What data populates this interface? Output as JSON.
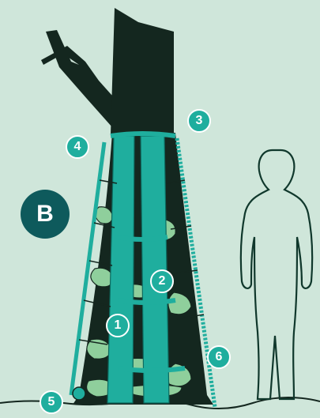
{
  "diagram": {
    "section_label": "B",
    "callouts": [
      {
        "id": "1",
        "label": "1"
      },
      {
        "id": "2",
        "label": "2"
      },
      {
        "id": "3",
        "label": "3"
      },
      {
        "id": "4",
        "label": "4"
      },
      {
        "id": "5",
        "label": "5"
      },
      {
        "id": "6",
        "label": "6"
      }
    ],
    "colors": {
      "background": "#cfe6da",
      "trunk": "#14271f",
      "strap": "#1fae9e",
      "moss": "#8fcf9c",
      "badge": "#0e5a5c",
      "callout": "#1fae9e",
      "person_outline": "#10382c"
    }
  }
}
